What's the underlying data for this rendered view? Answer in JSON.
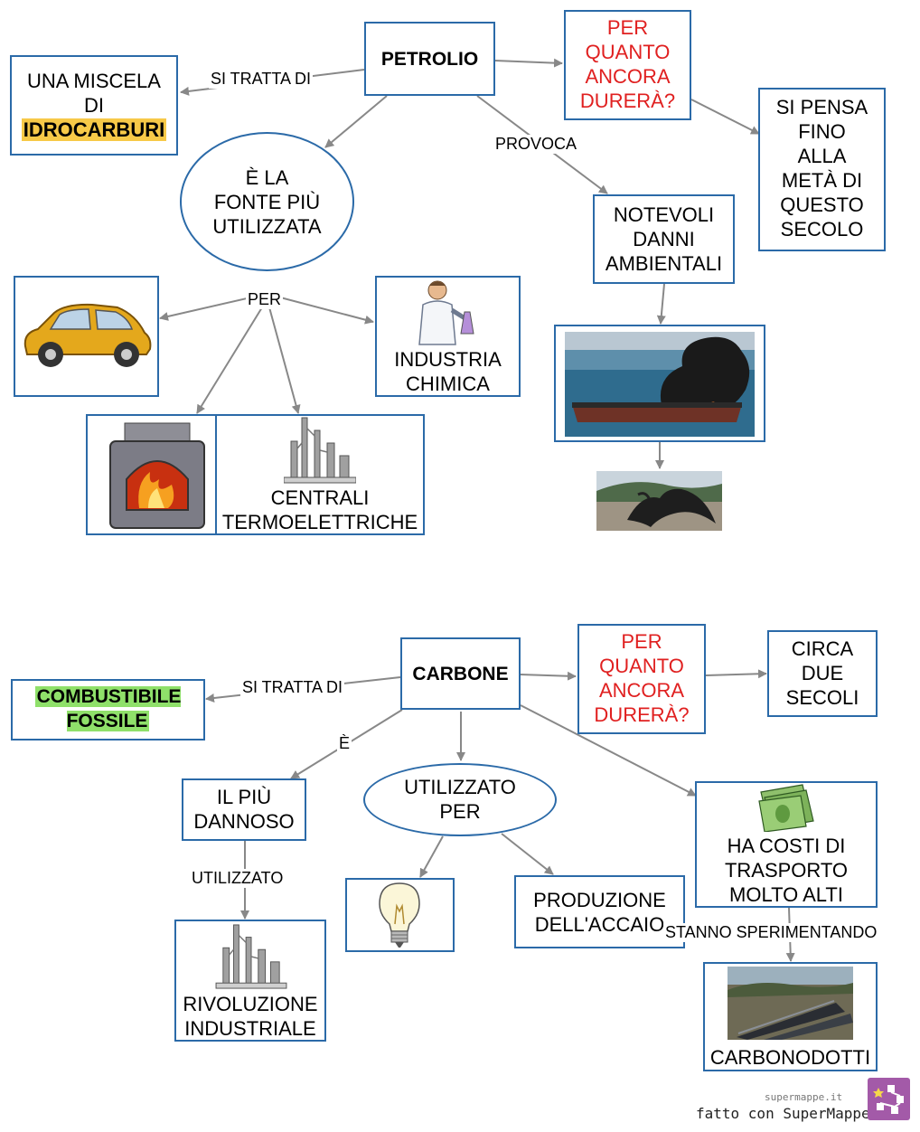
{
  "petrolio": {
    "title": "PETROLIO",
    "rel_si_tratta_di": "SI TRATTA DI",
    "miscela_line1": "UNA MISCELA",
    "miscela_line2": "DI",
    "miscela_highlight": "IDROCARBURI",
    "durata_question": "PER\nQUANTO\nANCORA\nDURERÀ?",
    "durata_answer": "SI PENSA\nFINO\nALLA\nMETÀ DI\nQUESTO\nSECOLO",
    "fonte": "È LA\nFONTE PIÙ\nUTILIZZATA",
    "rel_per": "PER",
    "rel_provoca": "PROVOCA",
    "danni": "NOTEVOLI\nDANNI\nAMBIENTALI",
    "industria": "INDUSTRIA\nCHIMICA",
    "centrali": "CENTRALI\nTERMOELETTRICHE"
  },
  "carbone": {
    "title": "CARBONE",
    "rel_si_tratta_di": "SI TRATTA DI",
    "combustibile": "COMBUSTIBILE\nFOSSILE",
    "durata_question": "PER\nQUANTO\nANCORA\nDURERÀ?",
    "durata_answer": "CIRCA\nDUE\nSECOLI",
    "rel_e": "È",
    "dannoso": "IL PIÙ\nDANNOSO",
    "rel_utilizzato": "UTILIZZATO",
    "rivoluzione": "RIVOLUZIONE\nINDUSTRIALE",
    "utilizzato_per": "UTILIZZATO\nPER",
    "produzione": "PRODUZIONE\nDELL'ACCAIO",
    "costi": "HA COSTI DI\nTRASPORTO\nMOLTO ALTI",
    "rel_stanno": "STANNO SPERIMENTANDO",
    "carbonodotti": "CARBONODOTTI"
  },
  "footer": {
    "site": "supermappe.it",
    "made_with": "fatto con SuperMappe"
  },
  "colors": {
    "border": "#2b6aa8",
    "arrow": "#888888",
    "question": "#e02020",
    "highlight_orange": "#f7c948",
    "highlight_green": "#8fe06a",
    "logo": "#a35aa8"
  },
  "icons": [
    "car-icon",
    "chemist-icon",
    "stove-icon",
    "refinery-icon",
    "tanker-fire-photo",
    "oiled-bird-photo",
    "money-icon",
    "lightbulb-icon",
    "pipeline-photo",
    "supermappe-logo"
  ]
}
